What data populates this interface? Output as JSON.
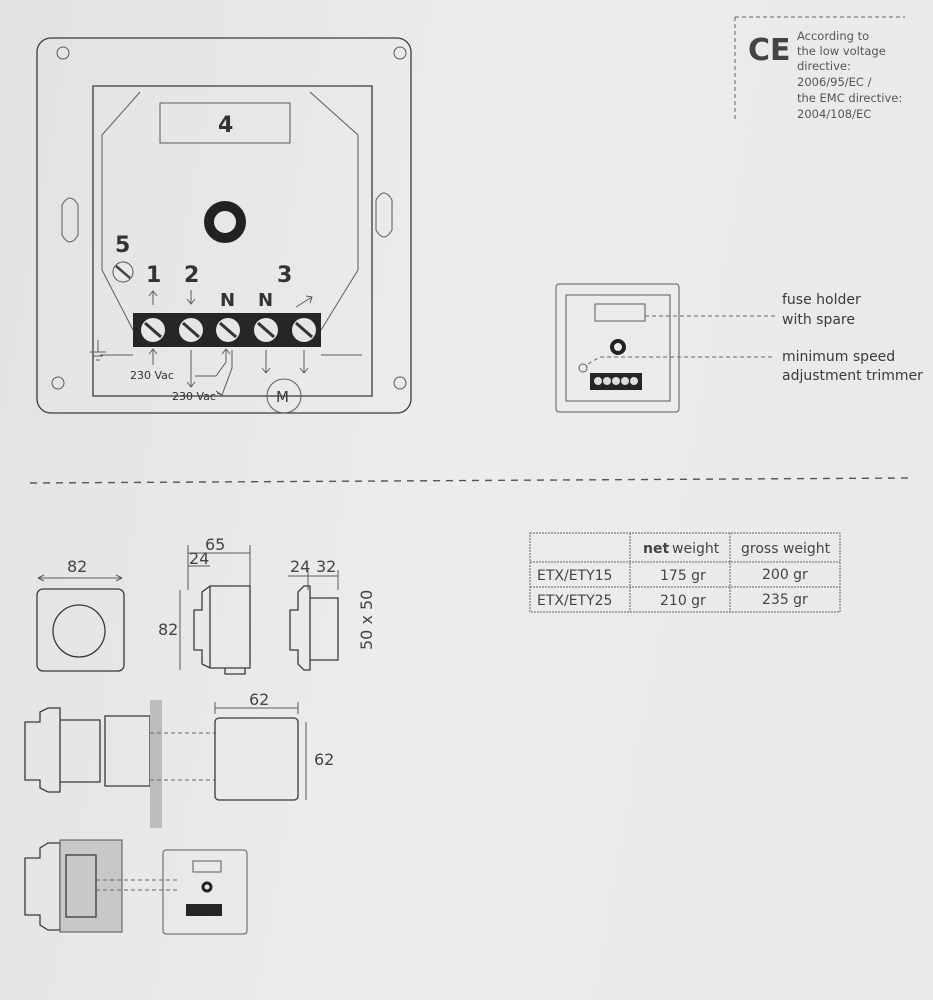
{
  "ce_notice": {
    "mark": "CE",
    "lines": [
      "According to",
      "the low voltage",
      "directive:",
      "2006/95/EC /",
      "the EMC directive:",
      "2004/108/EC"
    ]
  },
  "wiring_diagram": {
    "fuse_label": "4",
    "trimmer_label": "5",
    "terminal_labels": [
      "1",
      "2",
      "N",
      "N",
      "3"
    ],
    "supply_label_1": "230 Vac",
    "supply_label_2": "230 Vac",
    "motor_label": "M"
  },
  "callouts": {
    "fuse_holder": [
      "fuse holder",
      "with spare"
    ],
    "trimmer": [
      "minimum speed",
      "adjustment trimmer"
    ]
  },
  "weight_table": {
    "headers": [
      "",
      "net",
      "weight",
      "gross weight"
    ],
    "rows": [
      [
        "ETX/ETY15",
        "175 gr",
        "200 gr"
      ],
      [
        "ETX/ETY25",
        "210 gr",
        "235 gr"
      ]
    ]
  },
  "dimensions": {
    "front_width": "82",
    "side_depth": "65",
    "side_front": "24",
    "side_height": "82",
    "profile_front": "24",
    "profile_back": "32",
    "profile_box": "50 x 50",
    "box_width": "62",
    "box_height": "62"
  }
}
